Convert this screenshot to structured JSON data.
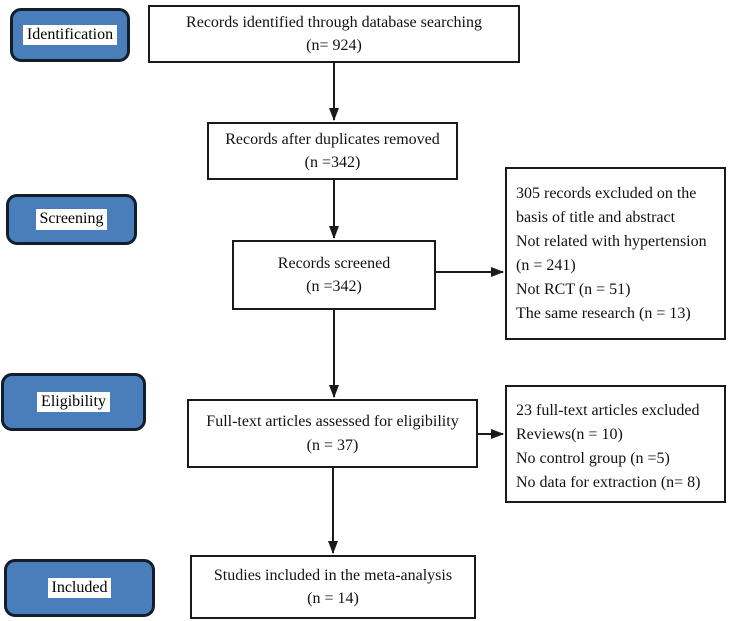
{
  "diagram": {
    "type": "prisma-flowchart",
    "stages": {
      "identification": "Identification",
      "screening": "Screening",
      "eligibility": "Eligibility",
      "included": "Included"
    },
    "boxes": {
      "identified": {
        "line1": "Records identified through database searching",
        "line2": "(n= 924)"
      },
      "duplicates": {
        "line1": "Records after duplicates removed",
        "line2": "(n =342)"
      },
      "screened": {
        "line1": "Records screened",
        "line2": "(n =342)"
      },
      "fulltext": {
        "line1": "Full-text articles assessed for eligibility",
        "line2": "(n = 37)"
      },
      "included": {
        "line1": "Studies included in the meta-analysis",
        "line2": "(n = 14)"
      }
    },
    "exclusions": {
      "screening": {
        "lines": [
          "305 records excluded on the",
          "basis of title and abstract",
          "Not related with hypertension",
          "(n = 241)",
          "Not RCT (n = 51)",
          "The same research (n = 13)"
        ]
      },
      "eligibility": {
        "lines": [
          "23 full-text articles excluded",
          "Reviews(n = 10)",
          "No control group (n =5)",
          "No data for extraction (n= 8)"
        ]
      }
    },
    "colors": {
      "stage_fill": "#4a7ebb",
      "stage_border": "#121e2b",
      "stage_text_bg": "#ffffff",
      "box_border": "#1a1a1a",
      "arrow": "#1a1a1a",
      "background": "#ffffff"
    }
  }
}
